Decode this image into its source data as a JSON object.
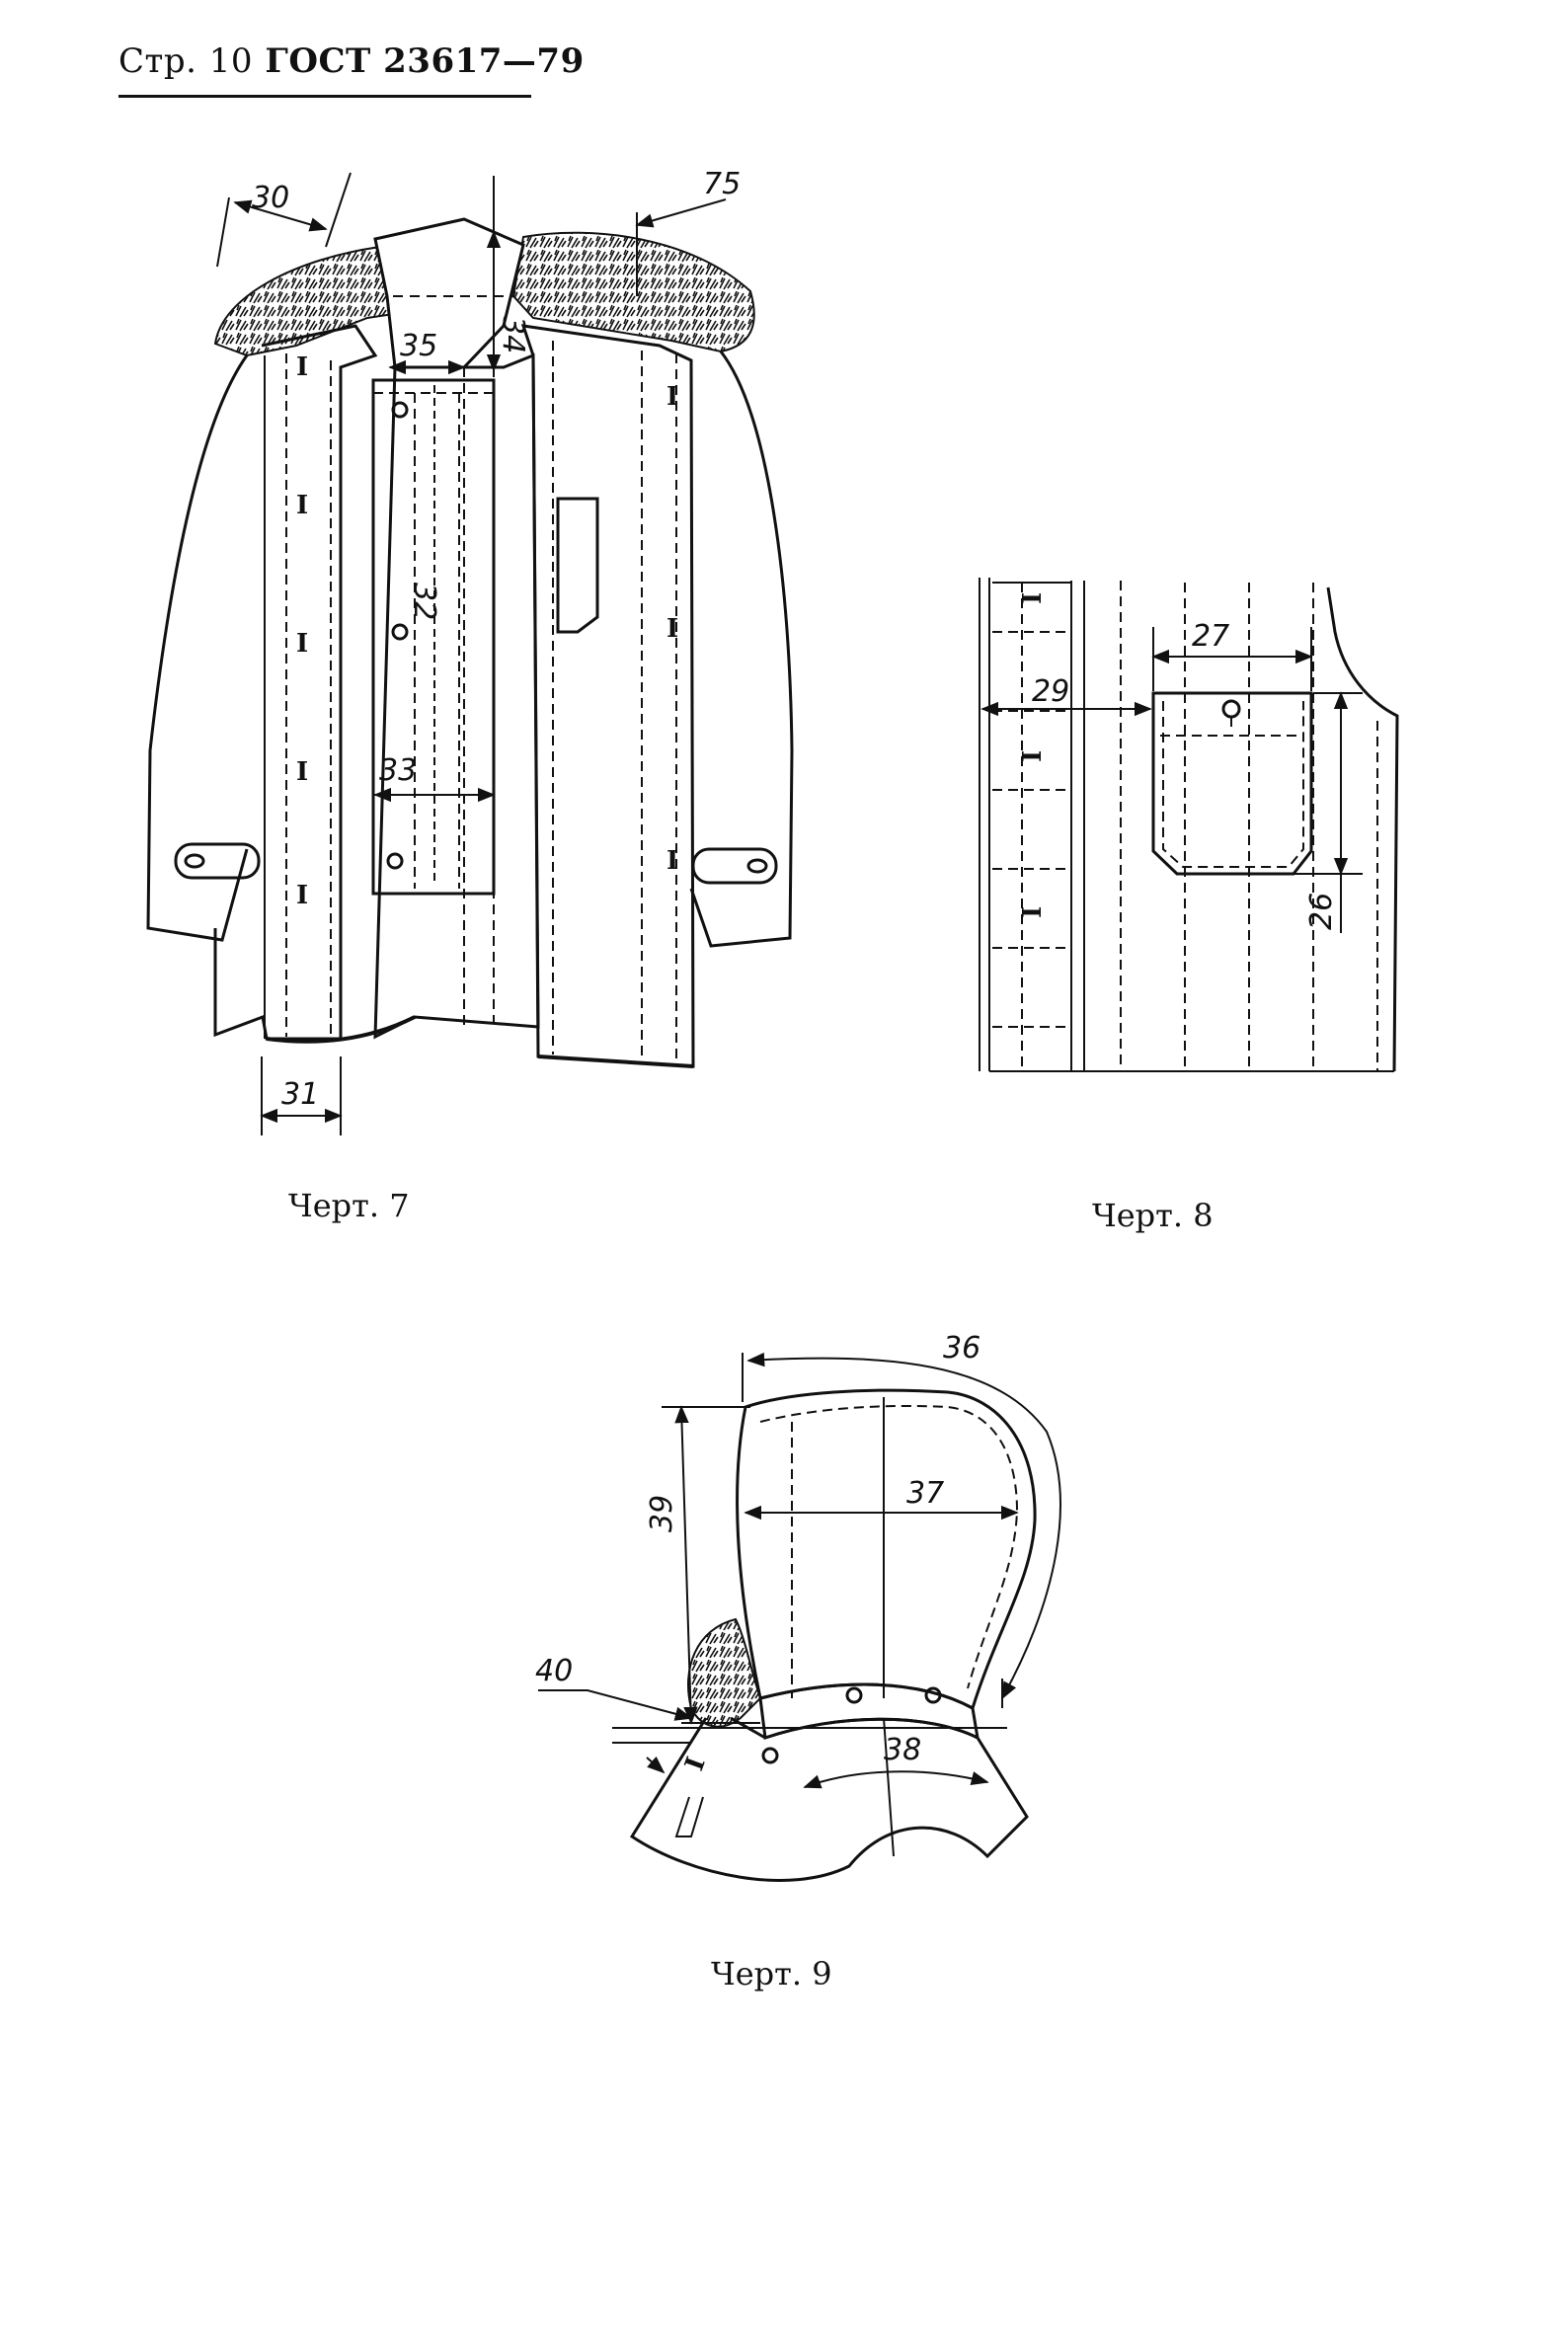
{
  "header": {
    "page_prefix": "Стр.",
    "page_number": "10",
    "standard": "ГОСТ 23617—79"
  },
  "figures": {
    "fig7": {
      "caption": "Черт. 7",
      "dimensions": {
        "d30": "30",
        "d75": "75",
        "d34": "34",
        "d35": "35",
        "d32": "32",
        "d33": "33",
        "d31": "31"
      }
    },
    "fig8": {
      "caption": "Черт. 8",
      "dimensions": {
        "d27": "27",
        "d29": "29",
        "d26": "26"
      }
    },
    "fig9": {
      "caption": "Черт. 9",
      "dimensions": {
        "d36": "36",
        "d37": "37",
        "d39": "39",
        "d40": "40",
        "d38": "38"
      }
    }
  },
  "marks": {
    "roman_one": "I"
  }
}
